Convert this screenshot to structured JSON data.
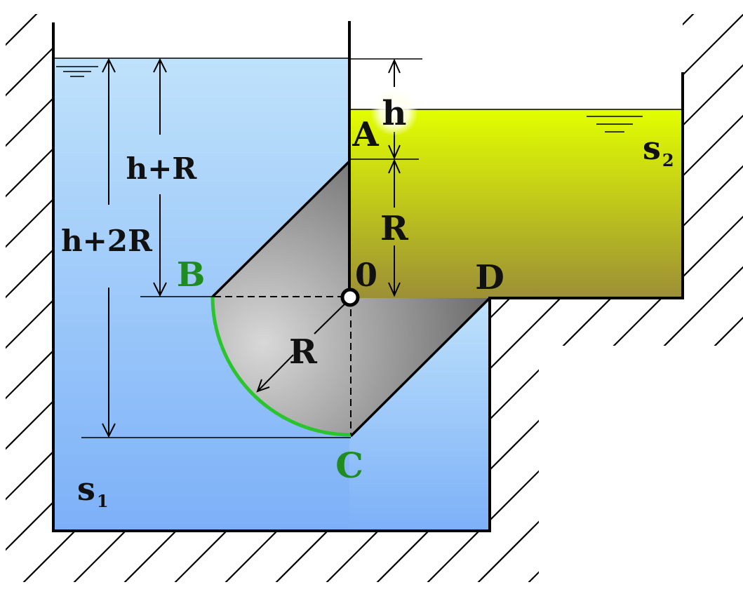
{
  "colors": {
    "water_top": "#bfe2fb",
    "water_bottom": "#7cb0f8",
    "oil_top": "#e2ff00",
    "oil_bottom": "#9c8f36",
    "gate_light": "#d8d8d8",
    "gate_dark": "#6a6a6a",
    "arc_green": "#2cc42c",
    "label_green": "#1e8c1e",
    "text": "#111111",
    "hatch": "#000000"
  },
  "labels": {
    "point_a": "A",
    "point_b": "B",
    "point_c": "C",
    "point_d": "D",
    "point_o": "0",
    "dim_h": "h",
    "dim_r_right": "R",
    "dim_r_radius": "R",
    "dim_h_plus_r": "h+R",
    "dim_h_plus_2r": "h+2R",
    "density_left": "s",
    "density_left_sub": "1",
    "density_right": "s",
    "density_right_sub": "2"
  },
  "icons": {
    "left_surface": "free-surface-icon",
    "right_surface": "free-surface-icon",
    "pivot": "hinge-icon"
  }
}
